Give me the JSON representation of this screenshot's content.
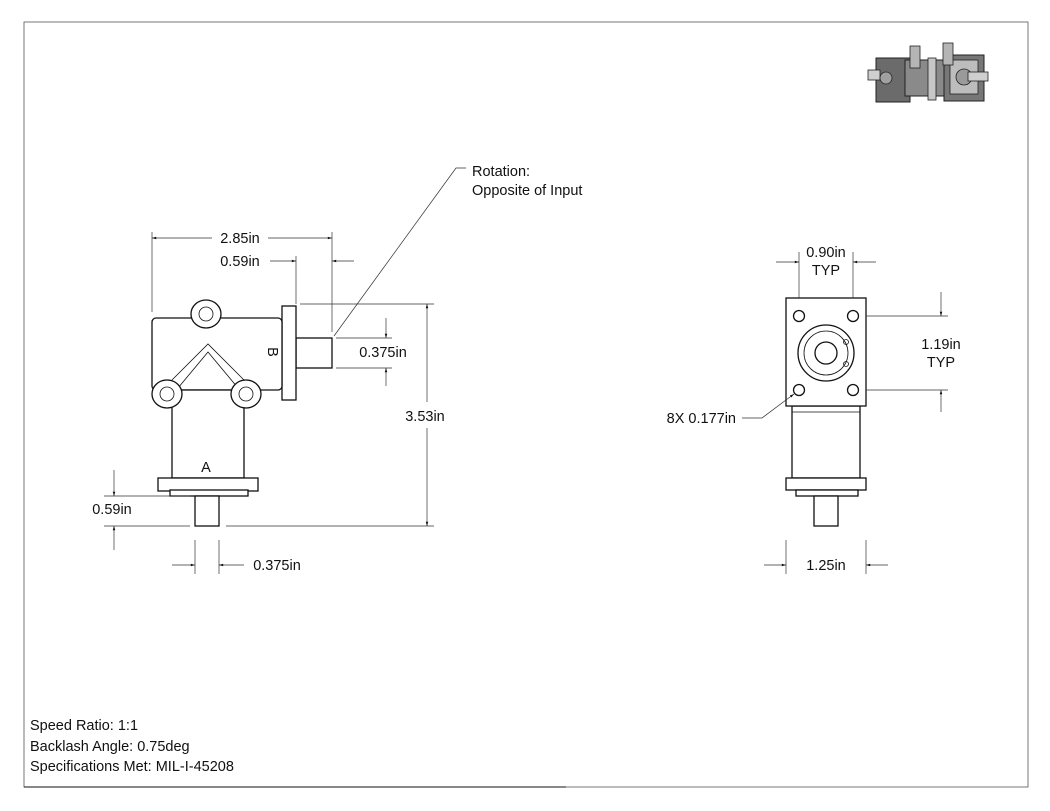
{
  "notes": {
    "speed_ratio": "Speed Ratio: 1:1",
    "backlash": "Backlash Angle: 0.75deg",
    "specs": "Specifications Met: MIL-I-45208"
  },
  "callouts": {
    "rotation_line1": "Rotation:",
    "rotation_line2": "Opposite of Input",
    "holes": "8X 0.177in"
  },
  "markings": {
    "shaft_a": "A",
    "shaft_b": "B"
  },
  "dimensions": {
    "overall_width": "2.85in",
    "shaft_b_length": "0.59in",
    "shaft_b_dia": "0.375in",
    "overall_height": "3.53in",
    "shaft_a_length": "0.59in",
    "shaft_a_dia": "0.375in",
    "flange_width": "0.90in",
    "flange_width_note": "TYP",
    "flange_height": "1.19in",
    "flange_height_note": "TYP",
    "body_width": "1.25in"
  },
  "colors": {
    "line": "#111111",
    "background": "#ffffff"
  }
}
